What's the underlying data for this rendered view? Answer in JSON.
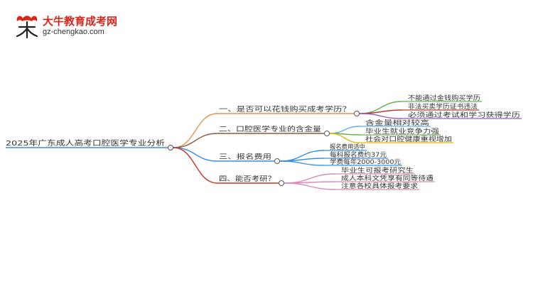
{
  "logo": {
    "name": "大牛教育成考网",
    "url": "gz-chengkao.com"
  },
  "mindmap": {
    "root": "2025年广东成人高考口腔医学专业分析",
    "branches": [
      {
        "label": "一、是否可以花钱购买成考学历？",
        "color": "#e4944f",
        "children": [
          {
            "label": "不能通过金钱购买学历",
            "color": "#6ab04c"
          },
          {
            "label": "非法买卖学历证书违法",
            "color": "#c0392b"
          },
          {
            "label": "必须通过考试和学习获得学历",
            "color": "#9b59b6"
          }
        ]
      },
      {
        "label": "二、口腔医学专业的含金量",
        "color": "#8b5a3c",
        "children": [
          {
            "label": "含金量相对较高",
            "color": "#5dade2"
          },
          {
            "label": "毕业生就业竞争力强",
            "color": "#6ab04c"
          },
          {
            "label": "社会对口腔健康重视增加",
            "color": "#e6b800"
          }
        ]
      },
      {
        "label": "三、报名费用",
        "color": "#3b8ede",
        "children": [
          {
            "label": "报名费用适中",
            "color": "#3b8ede"
          },
          {
            "label": "每科报名费约37元",
            "color": "#3b8ede"
          },
          {
            "label": "学费每年2000-3000元",
            "color": "#3b8ede"
          }
        ]
      },
      {
        "label": "四、能否考研？",
        "color": "#c0392b",
        "children": [
          {
            "label": "毕业生可报考研究生",
            "color": "#d98ab8"
          },
          {
            "label": "成人本科文凭享有同等待遇",
            "color": "#d98ab8"
          },
          {
            "label": "注意各校具体报考要求",
            "color": "#d98ab8"
          }
        ]
      }
    ]
  }
}
